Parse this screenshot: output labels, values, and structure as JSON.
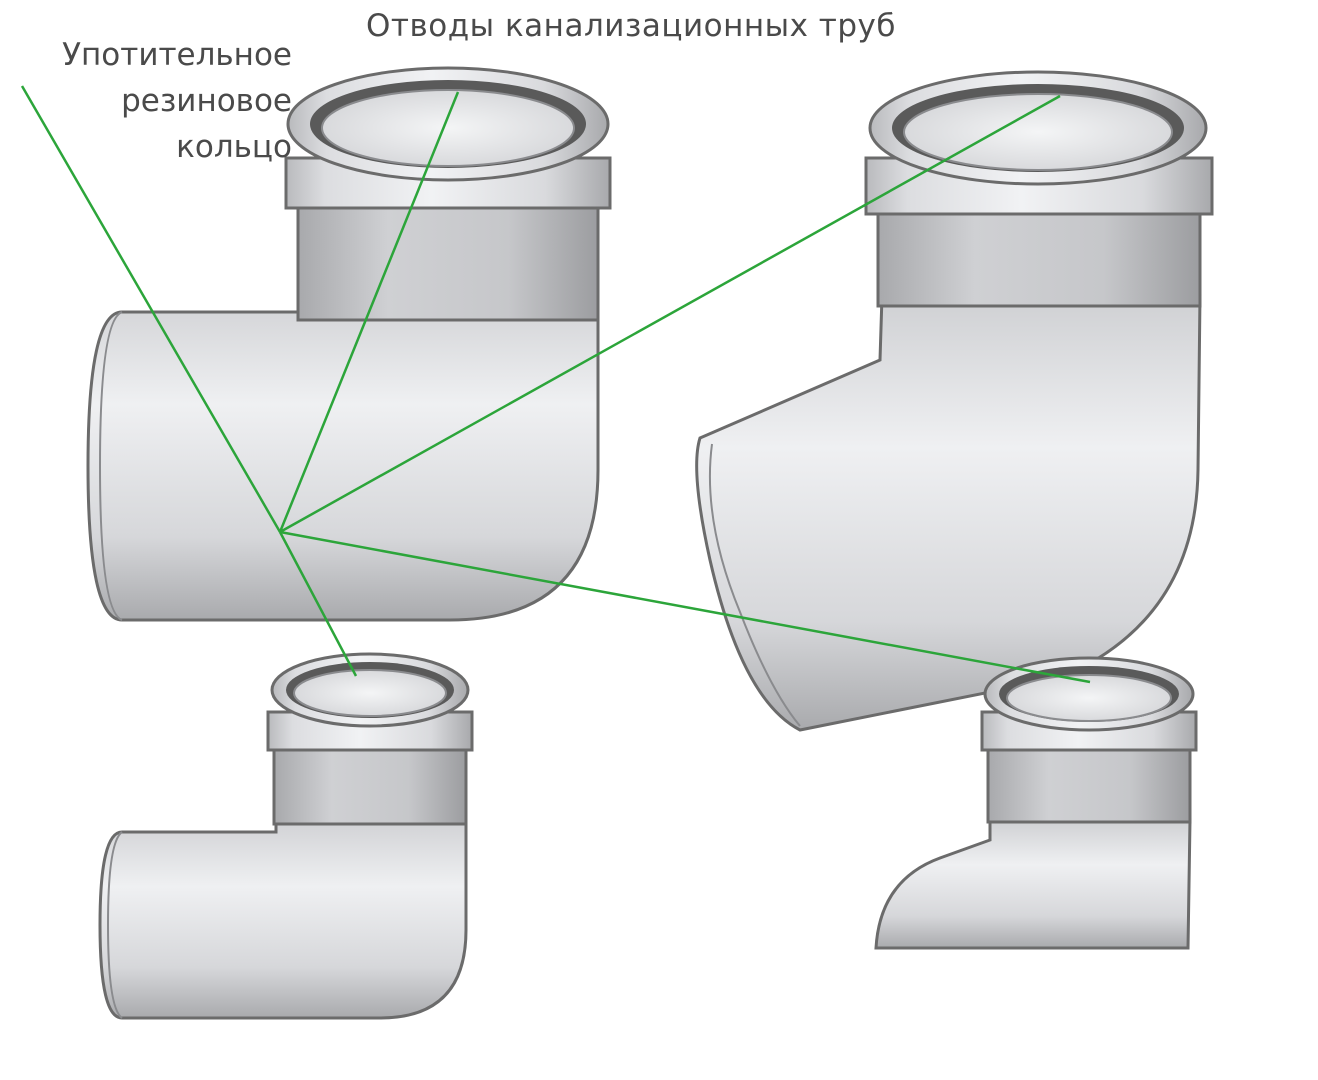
{
  "title": "Отводы канализационных труб",
  "callout": {
    "lines": [
      "Употительное",
      "резиновое",
      "кольцо"
    ]
  },
  "colors": {
    "leader": "#2ca53a",
    "pipe_body": "#e2e3e6",
    "pipe_outline": "#6b6b6b",
    "socket_band": "#c9cacd",
    "rubber_ring": "#5a5a5a",
    "text": "#4a4a4a"
  }
}
